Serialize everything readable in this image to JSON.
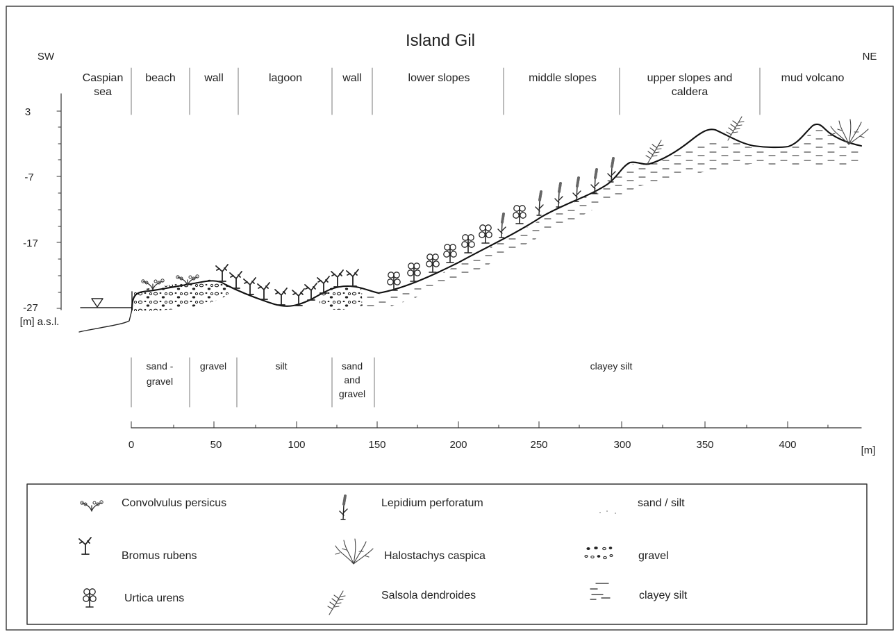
{
  "title": "Island Gil",
  "orientation": {
    "left": "SW",
    "right": "NE"
  },
  "zones": [
    {
      "lines": [
        "Caspian",
        "sea"
      ]
    },
    {
      "lines": [
        "beach"
      ]
    },
    {
      "lines": [
        "wall"
      ]
    },
    {
      "lines": [
        "lagoon"
      ]
    },
    {
      "lines": [
        "wall"
      ]
    },
    {
      "lines": [
        "lower slopes"
      ]
    },
    {
      "lines": [
        "middle slopes"
      ]
    },
    {
      "lines": [
        "upper slopes and",
        "caldera"
      ]
    },
    {
      "lines": [
        "mud volcano"
      ]
    }
  ],
  "elevation_axis": {
    "unit_label": "[m] a.s.l.",
    "ticks": [
      "3",
      "-7",
      "-17",
      "-27"
    ]
  },
  "substrates": [
    {
      "lines": [
        "sand -",
        "gravel"
      ]
    },
    {
      "lines": [
        "gravel"
      ]
    },
    {
      "lines": [
        "silt"
      ]
    },
    {
      "lines": [
        "sand",
        "and",
        "gravel"
      ]
    },
    {
      "lines": [
        "clayey silt"
      ]
    }
  ],
  "distance_axis": {
    "unit_label": "[m]",
    "ticks": [
      "0",
      "50",
      "100",
      "150",
      "200",
      "250",
      "300",
      "350",
      "400"
    ]
  },
  "legend": [
    {
      "label": "Convolvulus persicus",
      "icon": "convolvulus-icon"
    },
    {
      "label": "Lepidium perforatum",
      "icon": "lepidium-icon"
    },
    {
      "label": "sand / silt",
      "icon": "sand-silt-icon"
    },
    {
      "label": "Bromus rubens",
      "icon": "bromus-icon"
    },
    {
      "label": "Halostachys caspica",
      "icon": "halostachys-icon"
    },
    {
      "label": "gravel",
      "icon": "gravel-icon"
    },
    {
      "label": "Urtica urens",
      "icon": "urtica-icon"
    },
    {
      "label": "Salsola dendroides",
      "icon": "salsola-icon"
    },
    {
      "label": "clayey silt",
      "icon": "clayey-silt-icon"
    }
  ],
  "colors": {
    "ink": "#222222",
    "frame": "#444444"
  }
}
